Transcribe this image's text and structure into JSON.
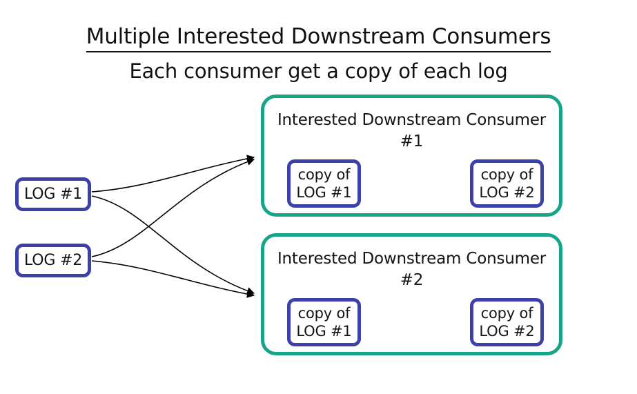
{
  "header": {
    "title": "Multiple Interested Downstream Consumers",
    "subtitle": "Each consumer get a copy of each log"
  },
  "colors": {
    "consumer_border": "#17a589",
    "log_border": "#3b41a8",
    "text": "#141414",
    "background": "#ffffff",
    "arrow": "#000000"
  },
  "sources": [
    {
      "label": "LOG #1"
    },
    {
      "label": "LOG #2"
    }
  ],
  "consumers": [
    {
      "title": "Interested Downstream Consumer #1",
      "copies": [
        {
          "line1": "copy of",
          "line2": "LOG #1"
        },
        {
          "line1": "copy of",
          "line2": "LOG #2"
        }
      ]
    },
    {
      "title": "Interested Downstream Consumer #2",
      "copies": [
        {
          "line1": "copy of",
          "line2": "LOG #1"
        },
        {
          "line1": "copy of",
          "line2": "LOG #2"
        }
      ]
    }
  ],
  "connections": [
    {
      "from": "LOG #1",
      "to": "Interested Downstream Consumer #1"
    },
    {
      "from": "LOG #1",
      "to": "Interested Downstream Consumer #2"
    },
    {
      "from": "LOG #2",
      "to": "Interested Downstream Consumer #1"
    },
    {
      "from": "LOG #2",
      "to": "Interested Downstream Consumer #2"
    }
  ]
}
